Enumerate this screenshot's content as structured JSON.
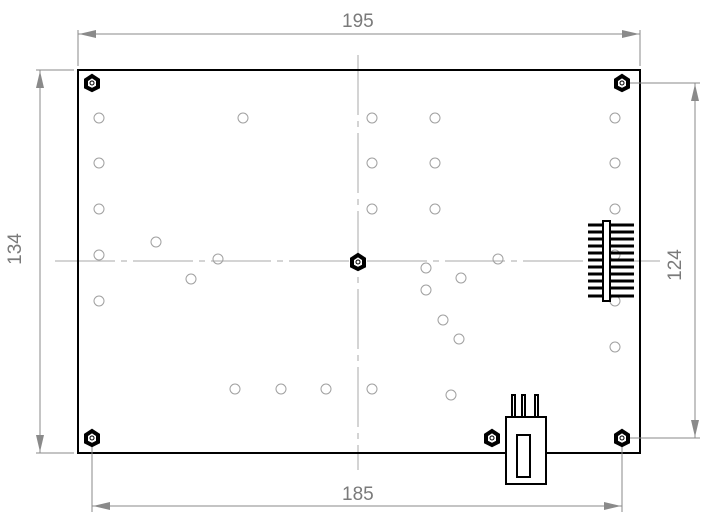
{
  "drawing": {
    "dimensions": {
      "overall_width": "195",
      "overall_height": "134",
      "mount_hole_spacing_x": "185",
      "mount_hole_spacing_y": "124"
    },
    "units": "mm"
  }
}
